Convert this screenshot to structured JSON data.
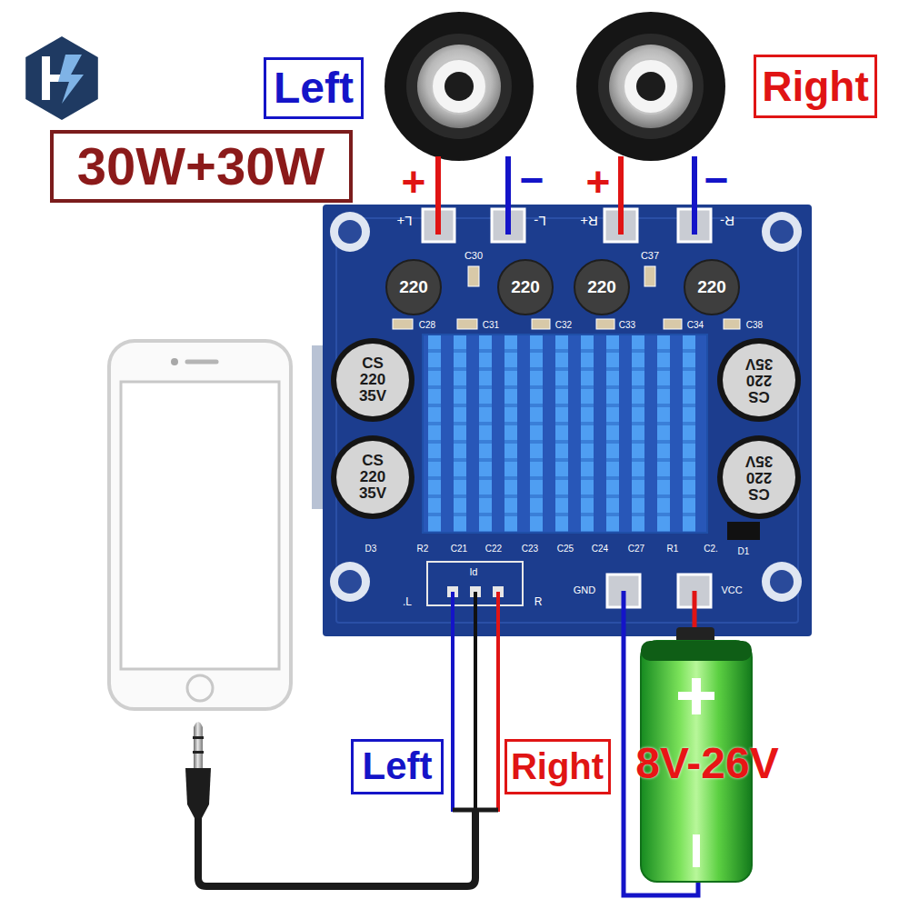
{
  "diagram": {
    "nodes": [
      {
        "text": [
          "Left"
        ]
      },
      {
        "text": [
          "Right"
        ]
      },
      {
        "text": [
          "30W+30W"
        ]
      },
      {
        "text": [
          "Left"
        ]
      },
      {
        "text": [
          "Right"
        ]
      }
    ],
    "labels": [
      "+",
      "−",
      "+",
      "−",
      "L+",
      "L-",
      "R+",
      "R-",
      "C30",
      "C37",
      "220",
      "220",
      "220",
      "220",
      "C28",
      "C31",
      "C32",
      "C33",
      "C34",
      "C38",
      "CS 220 35V",
      "CS 220 35V",
      "CS 220 35V",
      "CS 220 35V",
      "D3",
      "R2",
      "C21",
      "C22",
      "C23",
      "C25",
      "C24",
      "C27",
      "R1",
      "C2.",
      "D1",
      "ld",
      ".L",
      "R",
      "GND",
      "VCC",
      "8V-26V"
    ]
  }
}
